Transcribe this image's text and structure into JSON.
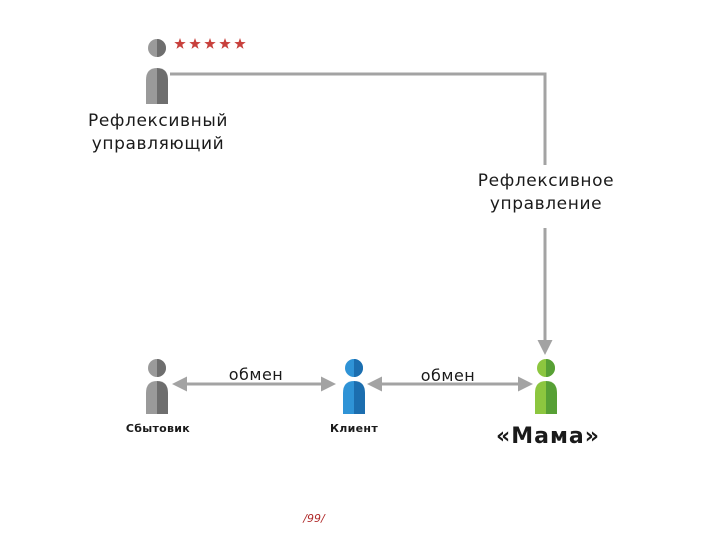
{
  "labels": {
    "manager_line1": "Рефлексивный",
    "manager_line2": "управляющий",
    "control_line1": "Рефлексивное",
    "control_line2": "управление",
    "exchange_left": "обмен",
    "exchange_right": "обмен",
    "seller": "Сбытовик",
    "client": "Клиент",
    "mama": "«Мама»",
    "page": "/99/"
  },
  "rating": {
    "stars": 5,
    "max": 5
  },
  "colors": {
    "star": "#c8403c",
    "figure_gray_light": "#9a9a9a",
    "figure_gray_dark": "#6e6e6e",
    "figure_blue_light": "#2f93d6",
    "figure_blue_dark": "#1c6eaf",
    "figure_green_light": "#8cc63f",
    "figure_green_dark": "#57a035",
    "connector": "#a3a3a3",
    "page_number": "#b02a2a"
  },
  "icons": [
    "person-icon",
    "star-icon",
    "arrow-icon"
  ]
}
